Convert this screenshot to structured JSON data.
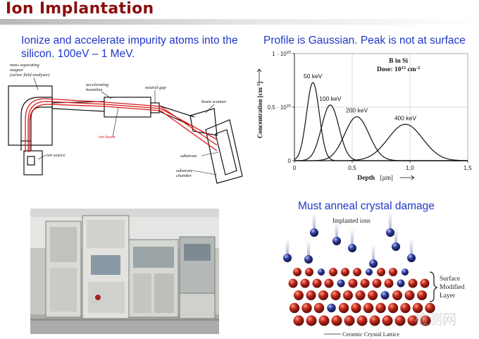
{
  "slide": {
    "title": "Ion Implantation",
    "intro_text": "Ionize and accelerate impurity atoms into the silicon. 100eV – 1 MeV.",
    "profile_heading": "Profile is Gaussian. Peak is not at surface",
    "anneal_heading": "Must anneal crystal damage"
  },
  "diagram": {
    "labels": {
      "magnet": [
        "mass separating",
        "magnet",
        "(sector field analyzer)"
      ],
      "accelerating": [
        "accelerating",
        "beamline"
      ],
      "neutral_gap": "neutral gap",
      "beam_scanner": "beam scanner",
      "ion_beam": "ion beam",
      "ion_source": "ion source",
      "substrate": "substrate",
      "substrate_chamber": [
        "substrate",
        "chamber"
      ]
    },
    "colors": {
      "beam": "#d91b1b",
      "line": "#111111"
    }
  },
  "lattice": {
    "implanted_label": "Implanted ions",
    "layer_label": [
      "Surface",
      "Modified",
      "Layer"
    ],
    "lattice_label": "Ceramic Crystal Lattice",
    "watermark": "检测网",
    "colors": {
      "lattice_atom": "#c0281c",
      "ion": "#2f3c9c"
    }
  },
  "chart_data": {
    "type": "line",
    "annotation": [
      "B in Si",
      "Dose: 10^15 cm^-2"
    ],
    "xlabel": "Depth",
    "xunit": "[µm]",
    "ylabel": "Concentration [cm^-3]",
    "x_ticks": [
      "0",
      "0,5",
      "1,0",
      "1,5"
    ],
    "y_ticks": [
      "0",
      "0,5 · 10^20",
      "1 · 10^20"
    ],
    "xlim": [
      0,
      1.5
    ],
    "ylim": [
      0,
      1.0
    ],
    "y_scale_factor": "10^20",
    "grid": true,
    "series": [
      {
        "name": "50 keV",
        "peak_depth": 0.16,
        "peak_value": 0.73,
        "sigma": 0.055
      },
      {
        "name": "100 keV",
        "peak_depth": 0.31,
        "peak_value": 0.52,
        "sigma": 0.075
      },
      {
        "name": "200 keV",
        "peak_depth": 0.54,
        "peak_value": 0.41,
        "sigma": 0.105
      },
      {
        "name": "400 keV",
        "peak_depth": 0.96,
        "peak_value": 0.34,
        "sigma": 0.15
      }
    ]
  }
}
